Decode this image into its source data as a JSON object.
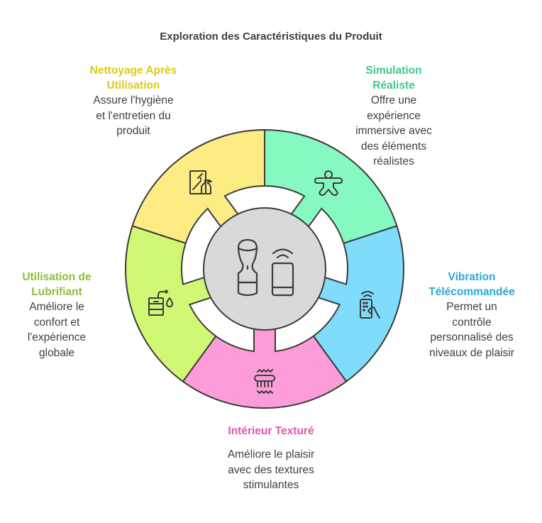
{
  "title": "Exploration des Caractéristiques du Produit",
  "center": {
    "icon": "product-and-phone-icon",
    "fill": "#d9d9d9"
  },
  "outline_color": "#3b3b3b",
  "features": [
    {
      "key": "nettoyage",
      "heading": "Nettoyage Après Utilisation",
      "heading_lines": [
        "Nettoyage Après",
        "Utilisation"
      ],
      "description_lines": [
        "Assure l'hygiène",
        "et l'entretien du",
        "produit"
      ],
      "color": "#fdeb84",
      "heading_color": "#e0c81a",
      "icon": "cleaning-spray-mirror-icon"
    },
    {
      "key": "simulation",
      "heading": "Simulation Réaliste",
      "heading_lines": [
        "Simulation",
        "Réaliste"
      ],
      "description_lines": [
        "Offre une",
        "expérience",
        "immersive avec",
        "des éléments",
        "réalistes"
      ],
      "color": "#86f8c1",
      "heading_color": "#3ec98b",
      "icon": "human-figure-icon"
    },
    {
      "key": "vibration",
      "heading": "Vibration Télécommandée",
      "heading_lines": [
        "Vibration",
        "Télécommandée"
      ],
      "description_lines": [
        "Permet un",
        "contrôle",
        "personnalisé des",
        "niveaux de plaisir"
      ],
      "color": "#7fdcfb",
      "heading_color": "#2aa9d4",
      "icon": "remote-control-hand-icon"
    },
    {
      "key": "interieur",
      "heading": "Intérieur Texturé",
      "heading_lines": [
        "Intérieur Texturé"
      ],
      "description_lines": [
        "Améliore le plaisir",
        "avec des textures",
        "stimulantes"
      ],
      "color": "#fc9dd9",
      "heading_color": "#e055ac",
      "icon": "texture-brush-icon"
    },
    {
      "key": "lubrifiant",
      "heading": "Utilisation de Lubrifiant",
      "heading_lines": [
        "Utilisation de",
        "Lubrifiant"
      ],
      "description_lines": [
        "Améliore le",
        "confort et",
        "l'expérience",
        "globale"
      ],
      "color": "#d1f874",
      "heading_color": "#8dc03a",
      "icon": "lubricant-dispenser-icon"
    }
  ]
}
